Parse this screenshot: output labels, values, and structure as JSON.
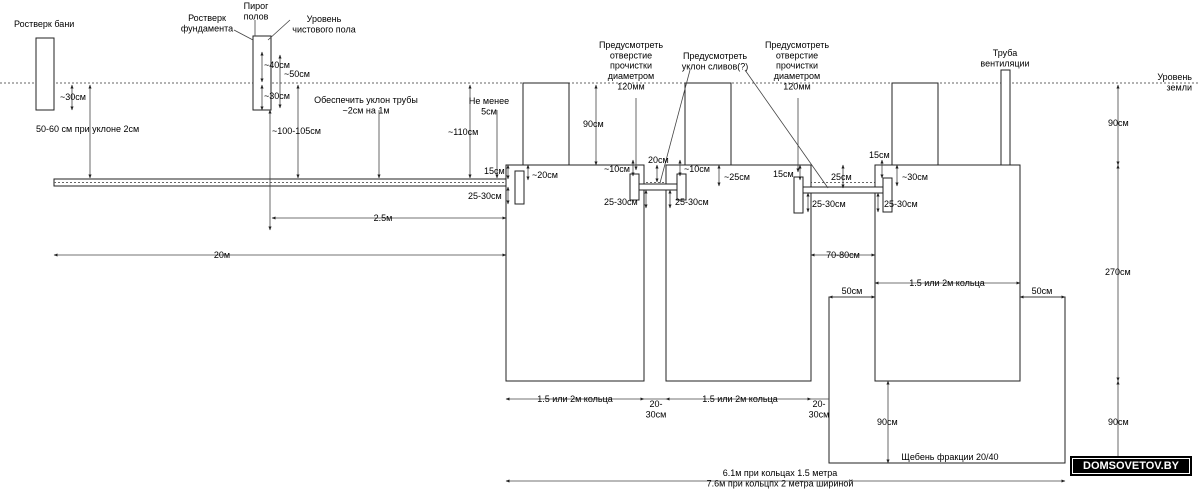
{
  "labels": {
    "rostverk_bani": "Ростверк бани",
    "rostverk_fundamenta": "Ростверк\nфундамента",
    "pirog_polov": "Пирог\nполов",
    "uroven_chistovogo_pola": "Уровень\nчистового пола",
    "uroven_zemli": "Уровень\nземли",
    "truba_ventilyacii": "Труба\nвентиляции",
    "predusmotret_otverstie_1": "Предусмотреть\nотверстие\nпрочистки\nдиаметром\n120мм",
    "predusmotret_uklon": "Предусмотреть\nуклон сливов(?)",
    "predusmotret_otverstie_2": "Предусмотреть\nотверстие\nпрочистки\nдиаметром\n120мм",
    "ne_menee_5": "Не менее\n5см",
    "obespechit_uklon": "Обеспечить уклон трубы\n~2см на 1м",
    "uklon_50_60": "50-60 см при уклоне 2см",
    "shheben": "Щебень фракции 20/40",
    "itog": "6.1м при кольцах 1.5 метра\n7.6м при кольцпх 2 метра шириной"
  },
  "dimensions": {
    "d30_left": "~30см",
    "d40": "~40см",
    "d50": "~50см",
    "d30_floor": "~30см",
    "d100_105": "~100-105см",
    "d110": "~110см",
    "d90_well1": "90см",
    "d15_a": "15см",
    "d20_a": "~20см",
    "d25_30_a": "25-30см",
    "d10_a": "~10см",
    "d20_b": "20см",
    "d10_b": "~10см",
    "d25_a": "~25см",
    "d25_30_b": "25-30см",
    "d25_30_c": "25-30см",
    "d15_b": "15см",
    "d25_b": "25см",
    "d25_30_d": "25-30см",
    "d15_c": "15см",
    "d30_c": "~30см",
    "d25_30_e": "25-30см",
    "d2_5m": "2.5м",
    "d20m": "20м",
    "d70_80": "70-80см",
    "ring_3": "1.5 или 2м кольца",
    "d50_left": "50см",
    "d50_right": "50см",
    "ring_1": "1.5 или 2м кольца",
    "ring_2": "1.5 или 2м кольца",
    "gap_1": "20-\n30см",
    "gap_2": "20-\n30см",
    "d90_bottom": "90см",
    "d90_top_right": "90см",
    "d270": "270см",
    "d90_bottom_right": "90см"
  },
  "watermark": "DOMSOVETOV.BY"
}
